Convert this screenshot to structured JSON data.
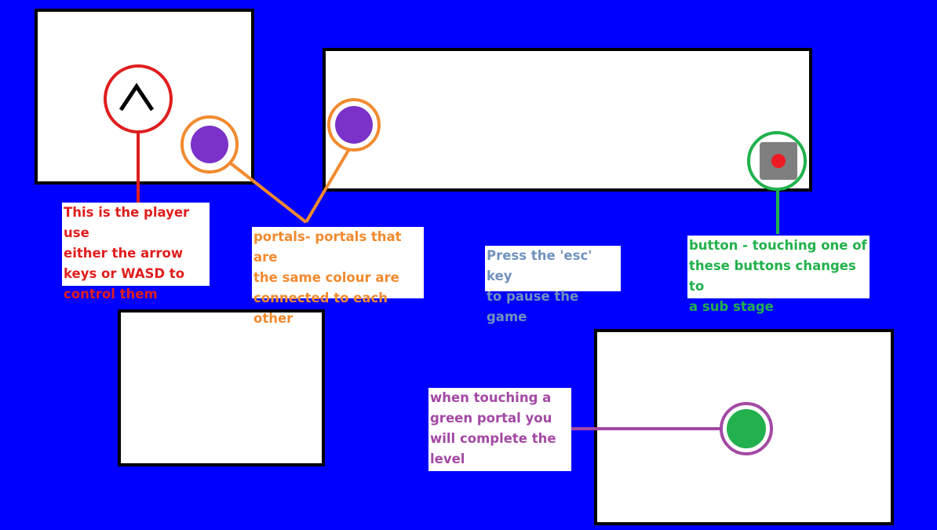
{
  "colors": {
    "background": "#0000ff",
    "player": "#e01e1e",
    "portal_ring": "#f28a2e",
    "portal_purple": "#7b32c8",
    "button": "#22b14c",
    "button_body": "#7f7f7f",
    "button_center": "#ed1c24",
    "exit": "#a349a4",
    "exit_portal": "#22b14c",
    "hint": "#7092be"
  },
  "icons": {
    "player": "caret-up-icon",
    "portal": "purple-circle-icon",
    "button": "red-dot-square-icon",
    "exit": "green-circle-icon"
  },
  "labels": {
    "player": "This is the player use\neither the arrow\nkeys or WASD to\ncontrol them",
    "portals": "portals- portals that are\nthe same colour are\nconnected to each other",
    "pause": "Press the 'esc' key\nto pause the game",
    "button": "button - touching one of\nthese buttons changes to\na sub stage",
    "exit": "when touching a\ngreen portal you\nwill complete the\nlevel"
  }
}
